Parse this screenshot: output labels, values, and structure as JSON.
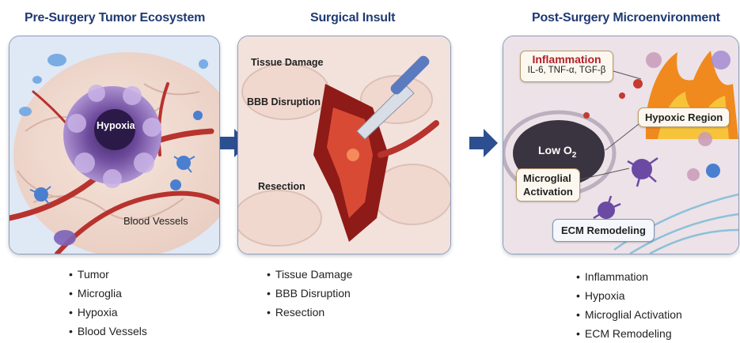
{
  "panels": [
    {
      "title": "Pre-Surgery Tumor Ecosystem",
      "labels": {
        "hypoxia": "Hypoxia",
        "blood_vessels": "Blood Vessels"
      },
      "bullets": [
        "Tumor",
        "Microglia",
        "Hypoxia",
        "Blood Vessels"
      ]
    },
    {
      "title": "Surgical Insult",
      "labels": {
        "tissue_damage": "Tissue Damage",
        "bbb_disruption": "BBB Disruption",
        "resection": "Resection"
      },
      "bullets": [
        "Tissue Damage",
        "BBB Disruption",
        "Resection"
      ]
    },
    {
      "title": "Post-Surgery Microenvironment",
      "labels": {
        "inflammation": "Inflammation",
        "cytokines": "IL-6, TNF-α, TGF-β",
        "low_o2": "Low O",
        "low_o2_sub": "2",
        "hypoxic_region": "Hypoxic Region",
        "microglial_line1": "Microglial",
        "microglial_line2": "Activation",
        "ecm_remodeling": "ECM Remodeling"
      },
      "bullets": [
        "Inflammation",
        "Hypoxia",
        "Microglial Activation",
        "ECM Remodeling"
      ]
    }
  ],
  "colors": {
    "title": "#1f3a73",
    "arrow": "#2b4f91",
    "inflammation": "#b0202a",
    "tumor": "#9a74c0",
    "vessel": "#b8322e"
  }
}
